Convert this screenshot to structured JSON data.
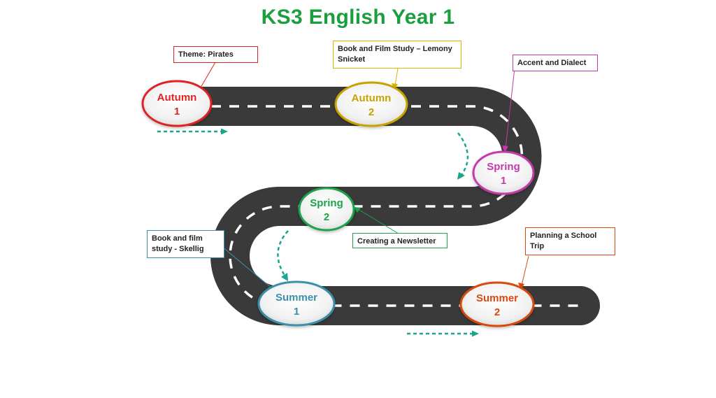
{
  "title": "KS3 English Year 1",
  "colors": {
    "title": "#1a9e3f",
    "road": "#3a3a3a",
    "road_dash": "#ffffff",
    "arrow": "#1aa58f"
  },
  "milestones": [
    {
      "term": "Autumn",
      "number": "1",
      "color": "#e02424"
    },
    {
      "term": "Autumn",
      "number": "2",
      "color": "#c9a200"
    },
    {
      "term": "Spring",
      "number": "1",
      "color": "#c33aa8"
    },
    {
      "term": "Spring",
      "number": "2",
      "color": "#1aa54a"
    },
    {
      "term": "Summer",
      "number": "1",
      "color": "#3b8fa8"
    },
    {
      "term": "Summer",
      "number": "2",
      "color": "#d9480f"
    }
  ],
  "callouts": [
    {
      "text": "Theme: Pirates",
      "color": "#e02424"
    },
    {
      "text": "Book and Film Study – Lemony Snicket",
      "color": "#d9b400"
    },
    {
      "text": "Accent and Dialect",
      "color": "#c33aa8"
    },
    {
      "text": "Creating a Newsletter",
      "color": "#1aa54a"
    },
    {
      "text": "Book and film study - Skellig",
      "color": "#3b8fa8"
    },
    {
      "text": "Planning a School Trip",
      "color": "#d9480f"
    }
  ]
}
